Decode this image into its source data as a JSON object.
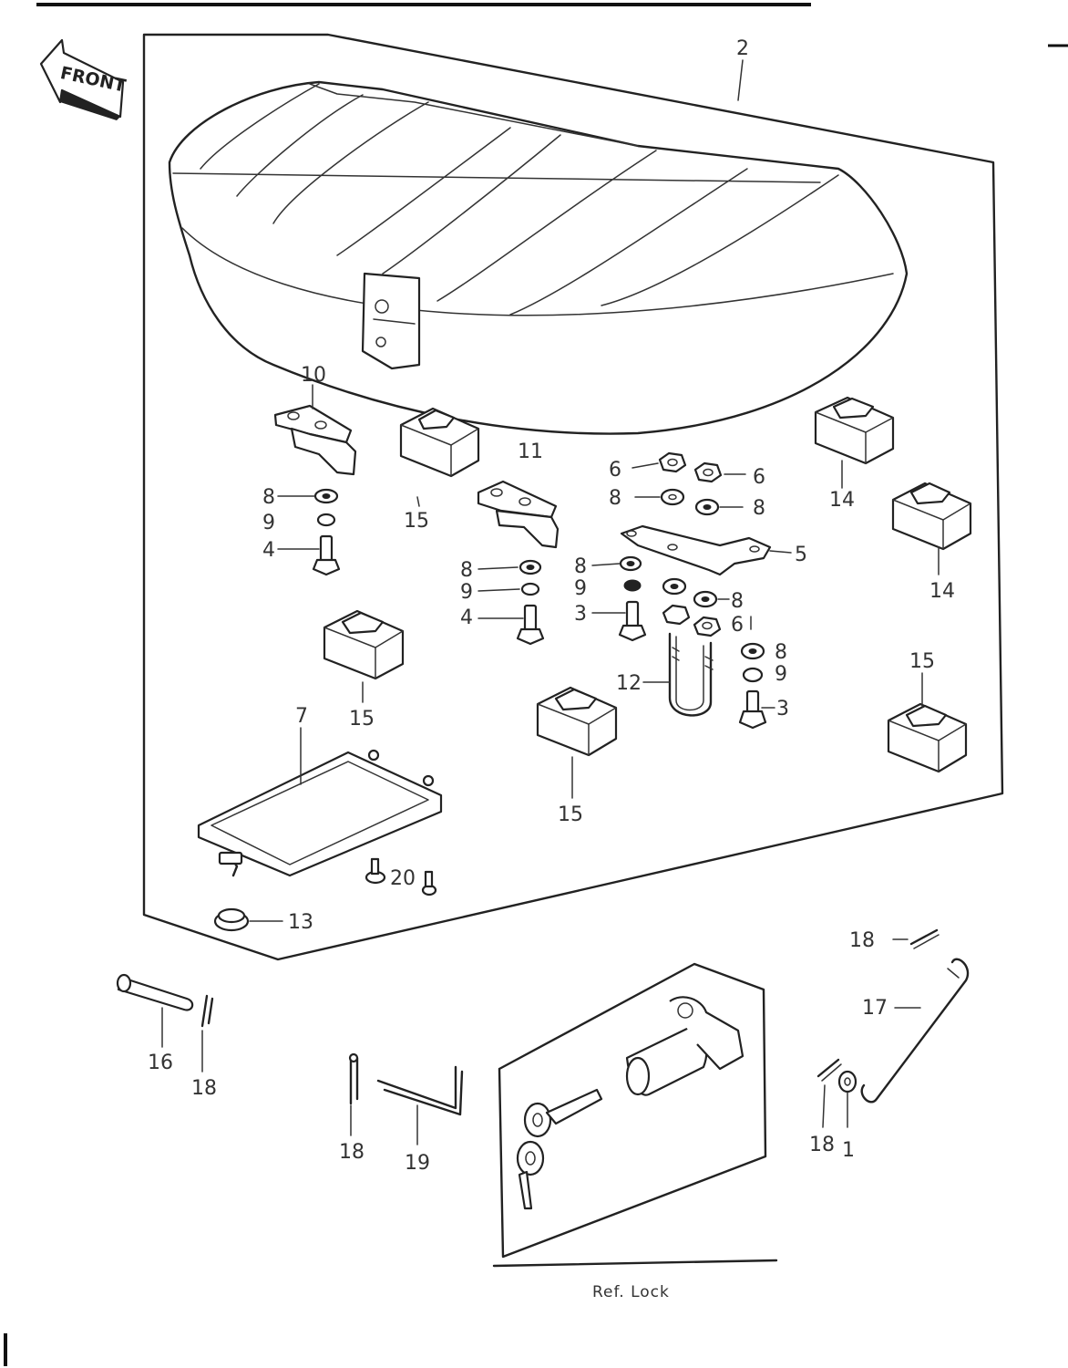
{
  "front_label": "FRONT",
  "ref_caption": "Ref. Lock",
  "callouts": [
    {
      "id": "c2",
      "text": "2"
    },
    {
      "id": "c10",
      "text": "10"
    },
    {
      "id": "c11",
      "text": "11"
    },
    {
      "id": "c6a",
      "text": "6"
    },
    {
      "id": "c6b",
      "text": "6"
    },
    {
      "id": "c8a",
      "text": "8"
    },
    {
      "id": "c8b",
      "text": "8"
    },
    {
      "id": "c14a",
      "text": "14"
    },
    {
      "id": "c14b",
      "text": "14"
    },
    {
      "id": "c8c",
      "text": "8"
    },
    {
      "id": "c9a",
      "text": "9"
    },
    {
      "id": "c4a",
      "text": "4"
    },
    {
      "id": "c15a",
      "text": "15"
    },
    {
      "id": "c5",
      "text": "5"
    },
    {
      "id": "c8d",
      "text": "8"
    },
    {
      "id": "c9b",
      "text": "9"
    },
    {
      "id": "c4b",
      "text": "4"
    },
    {
      "id": "c8e",
      "text": "8"
    },
    {
      "id": "c9c",
      "text": "9"
    },
    {
      "id": "c3a",
      "text": "3"
    },
    {
      "id": "c8f",
      "text": "8"
    },
    {
      "id": "c6c",
      "text": "6"
    },
    {
      "id": "c12",
      "text": "12"
    },
    {
      "id": "c8g",
      "text": "8"
    },
    {
      "id": "c9d",
      "text": "9"
    },
    {
      "id": "c3b",
      "text": "3"
    },
    {
      "id": "c15b",
      "text": "15"
    },
    {
      "id": "c15c",
      "text": "15"
    },
    {
      "id": "c15d",
      "text": "15"
    },
    {
      "id": "c7",
      "text": "7"
    },
    {
      "id": "c20",
      "text": "20"
    },
    {
      "id": "c13",
      "text": "13"
    },
    {
      "id": "c18a",
      "text": "18"
    },
    {
      "id": "c17",
      "text": "17"
    },
    {
      "id": "c16",
      "text": "16"
    },
    {
      "id": "c18b",
      "text": "18"
    },
    {
      "id": "c18c",
      "text": "18"
    },
    {
      "id": "c19",
      "text": "19"
    },
    {
      "id": "c18d",
      "text": "18"
    },
    {
      "id": "c1",
      "text": "1"
    }
  ]
}
